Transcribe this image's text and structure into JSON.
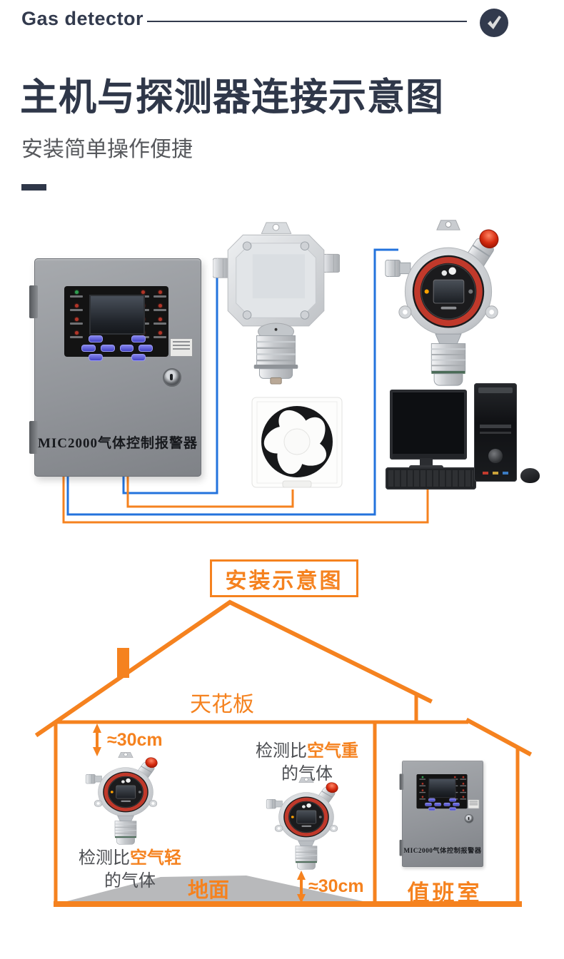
{
  "header": {
    "brand": "Gas detector"
  },
  "hero": {
    "title": "主机与探测器连接示意图",
    "subtitle": "安装简单操作便捷"
  },
  "diagram": {
    "panel_label": "MIC2000气体控制报警器",
    "components": [
      "gas-alarm-control-panel",
      "gas-detector-transmitter",
      "fixed-gas-detector-with-beacon",
      "exhaust-fan",
      "monitoring-computer"
    ]
  },
  "installation": {
    "badge": "安装示意图",
    "ceiling_label": "天花板",
    "ground_label": "地面",
    "duty_room_label": "值班室",
    "clearance_top": "≈30cm",
    "clearance_bottom": "≈30cm",
    "heavy_gas": {
      "prefix": "检测比",
      "highlight": "空气重",
      "line2": "的气体"
    },
    "light_gas": {
      "prefix": "检测比",
      "highlight": "空气轻",
      "line2": "的气体"
    }
  },
  "colors": {
    "navy": "#323a4d",
    "accent_orange": "#f5821f",
    "wire_blue": "#2373dd",
    "ground_gray": "#b8b9bb"
  }
}
